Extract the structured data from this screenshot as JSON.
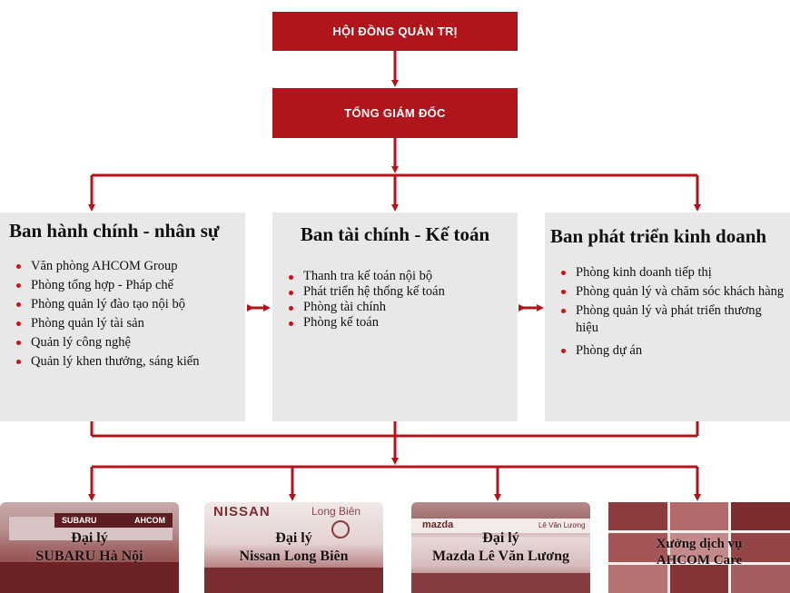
{
  "board": {
    "label": "HỘI ĐỒNG QUẢN TRỊ"
  },
  "ceo": {
    "label": "TỔNG GIÁM ĐỐC"
  },
  "departments": [
    {
      "title": "Ban hành chính - nhân sự",
      "items": [
        "Văn phòng AHCOM Group",
        "Phòng tổng hợp - Pháp chế",
        "Phòng quản lý đào tạo nội bộ",
        "Phòng quản lý tài sản",
        "Quản lý công nghệ",
        "Quản lý khen thưởng, sáng kiến"
      ]
    },
    {
      "title": "Ban tài chính - Kế toán",
      "items": [
        "Thanh tra kế toán nội bộ",
        "Phát triển hệ thống kế toán",
        "Phòng tài chính",
        "Phòng kế toán"
      ]
    },
    {
      "title": "Ban phát triển kinh doanh",
      "items": [
        "Phòng kinh doanh tiếp thị",
        "Phòng quản lý và chăm sóc khách hàng",
        "Phòng quản lý và phát triển thương hiệu",
        "Phòng dự án"
      ]
    }
  ],
  "units": [
    {
      "line1": "Đại lý",
      "line2": "SUBARU Hà Nội",
      "sign1": "SUBARU",
      "sign2": "AHCOM"
    },
    {
      "line1": "Đại lý",
      "line2": "Nissan Long Biên",
      "sign1": "NISSAN",
      "sign2": "Long Biên"
    },
    {
      "line1": "Đại lý",
      "line2": "Mazda Lê Văn Lương",
      "sign1": "mazda",
      "sign2": "Lê Văn Lương"
    },
    {
      "line1": "Xưởng dịch vụ",
      "line2": "AHCOM Care"
    }
  ],
  "colors": {
    "accent": "#b0151c",
    "panel": "#e8e8e8"
  }
}
